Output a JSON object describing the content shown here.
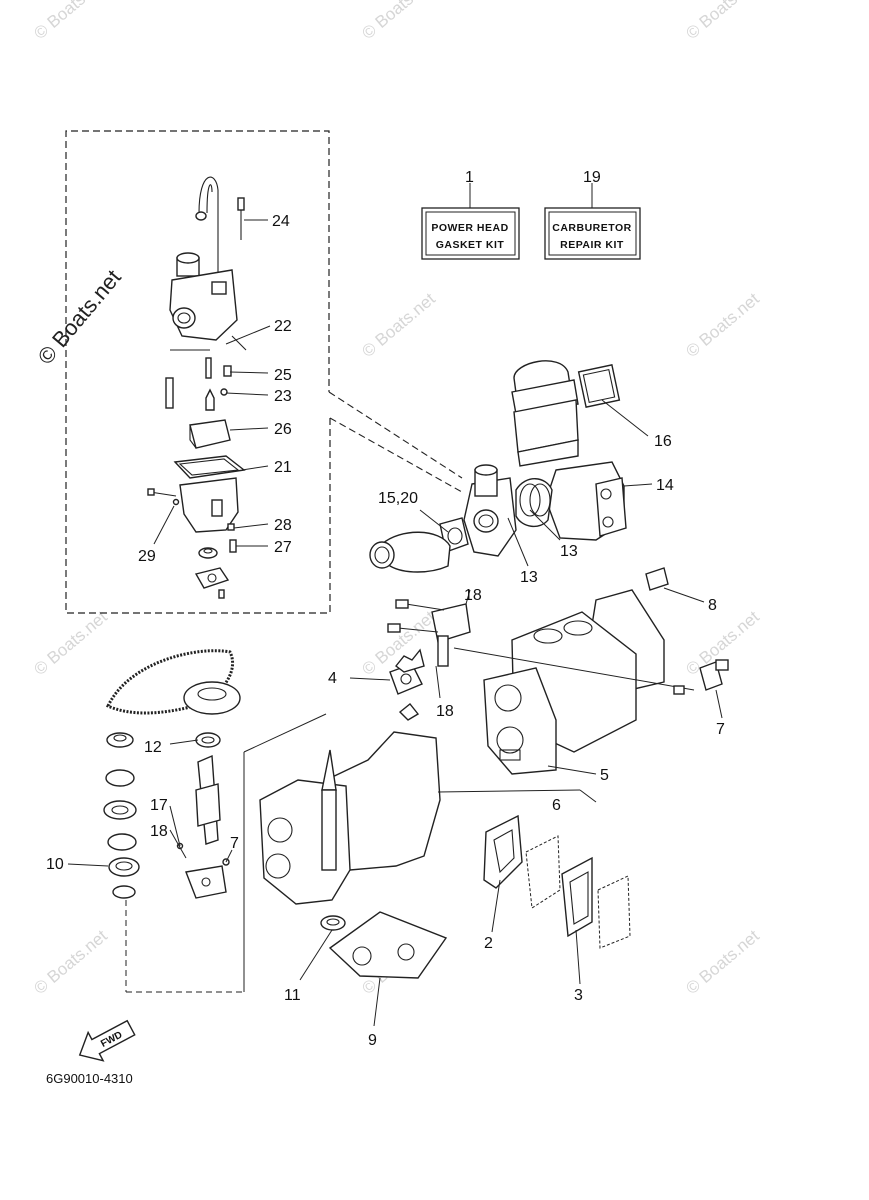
{
  "watermark": "© Boats.net",
  "kits": {
    "power_head": {
      "number": "1",
      "line1": "POWER HEAD",
      "line2": "GASKET KIT"
    },
    "carburetor": {
      "number": "19",
      "line1": "CARBURETOR",
      "line2": "REPAIR KIT"
    }
  },
  "callouts": {
    "c24": "24",
    "c22": "22",
    "c25": "25",
    "c23": "23",
    "c26": "26",
    "c21": "21",
    "c28": "28",
    "c27": "27",
    "c29": "29",
    "c16": "16",
    "c14": "14",
    "c1520": "15,20",
    "c13a": "13",
    "c13b": "13",
    "c8": "8",
    "c18a": "18",
    "c18b": "18",
    "c4": "4",
    "c7a": "7",
    "c5": "5",
    "c6": "6",
    "c12": "12",
    "c17": "17",
    "c18c": "18",
    "c7b": "7",
    "c10": "10",
    "c2": "2",
    "c3": "3",
    "c11": "11",
    "c9": "9"
  },
  "fwd_label": "FWD",
  "diagram_code": "6G90010-4310"
}
